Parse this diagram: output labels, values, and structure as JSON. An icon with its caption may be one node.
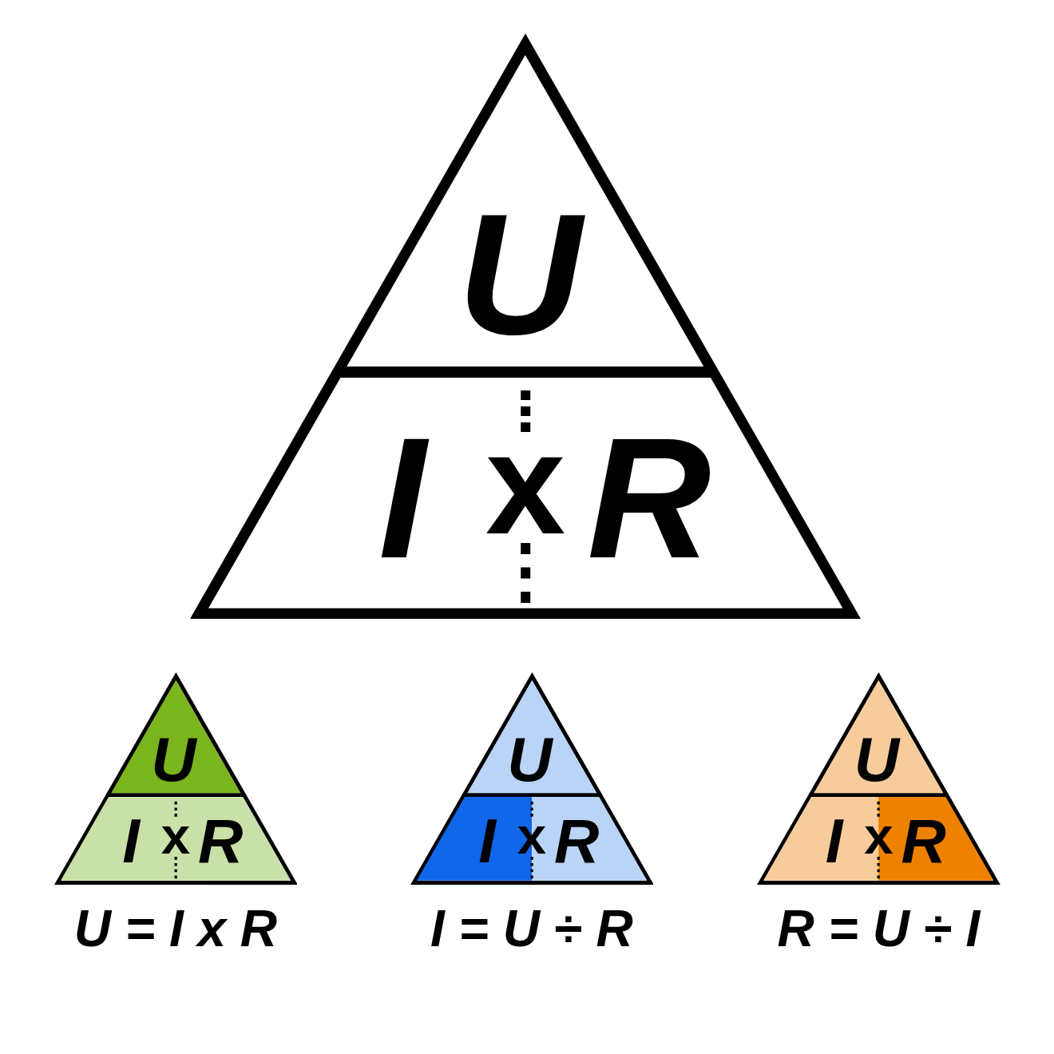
{
  "diagram": {
    "nodes": [
      {
        "text": [],
        "shape": "triangle"
      },
      {
        "text": [
          "U"
        ],
        "in": 0
      },
      {
        "text": [
          "I",
          "x",
          "R"
        ],
        "in": 0
      },
      {
        "text": [],
        "shape": "triangle",
        "beside": [
          "U = I x R"
        ]
      },
      {
        "text": [
          "U"
        ],
        "in": 3
      },
      {
        "text": [
          "I",
          "x",
          "R"
        ],
        "in": 3
      },
      {
        "text": [],
        "shape": "triangle",
        "beside": [
          "I = U ÷ R"
        ]
      },
      {
        "text": [
          "U"
        ],
        "in": 6
      },
      {
        "text": [
          "I",
          "x",
          "R"
        ],
        "in": 6
      },
      {
        "text": [],
        "shape": "triangle",
        "beside": [
          "R = U ÷ I"
        ]
      },
      {
        "text": [
          "U"
        ],
        "in": 9
      },
      {
        "text": [
          "I",
          "x",
          "R"
        ],
        "in": 9
      }
    ]
  }
}
